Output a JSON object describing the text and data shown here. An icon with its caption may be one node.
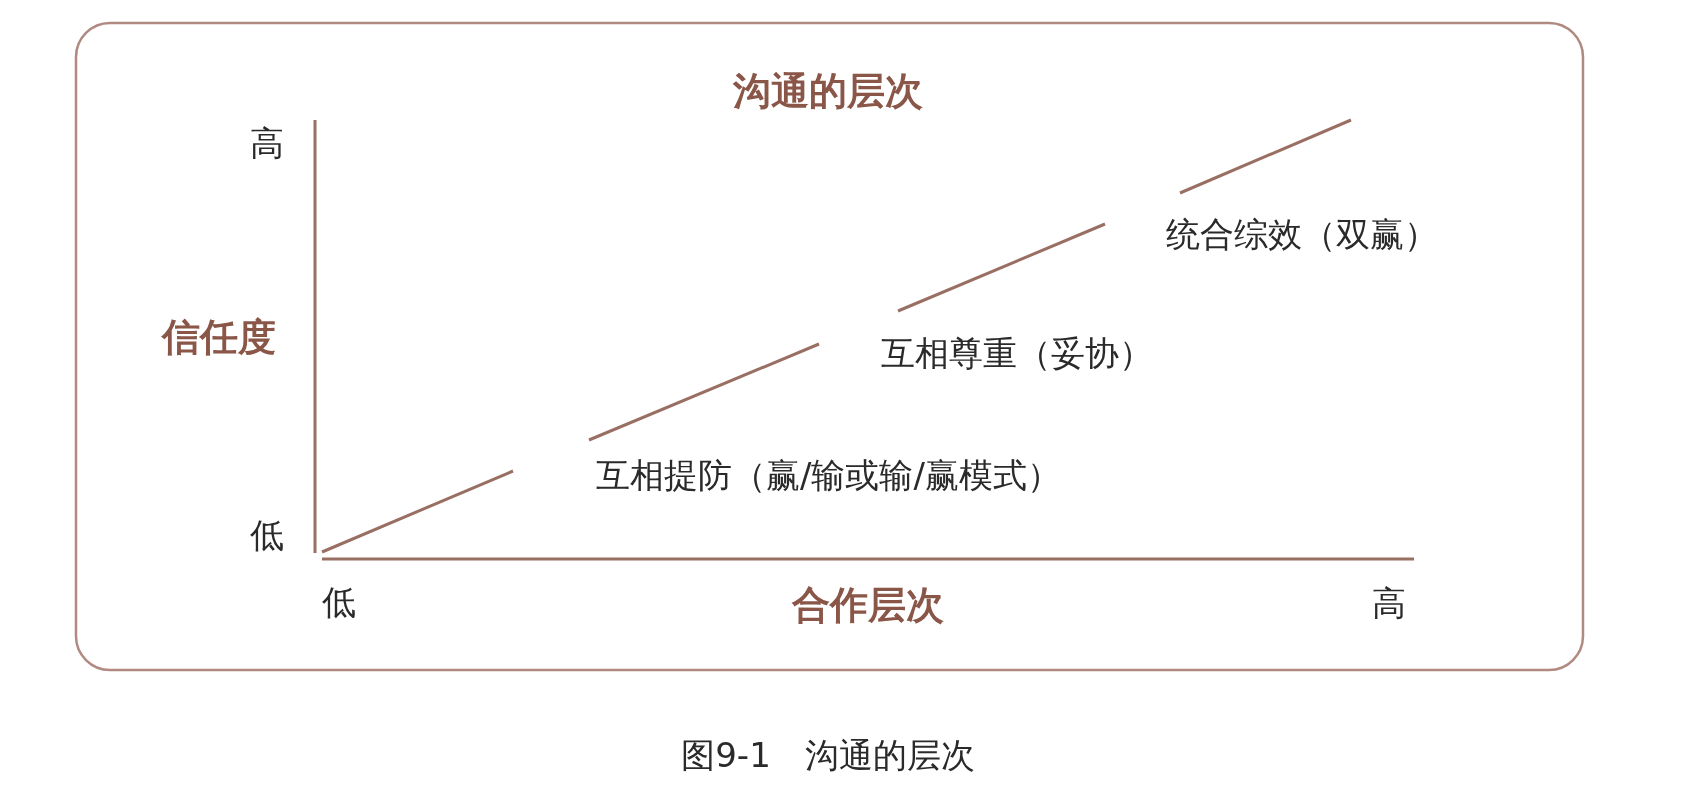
{
  "diagram": {
    "title": "沟通的层次",
    "caption": "图9-1　沟通的层次",
    "labels": [
      "高",
      "信任度",
      "低",
      "互相提防（赢/输或输/赢模式）",
      "互相尊重（妥协）",
      "统合综效（双赢）",
      "低",
      "合作层次",
      "高"
    ]
  }
}
